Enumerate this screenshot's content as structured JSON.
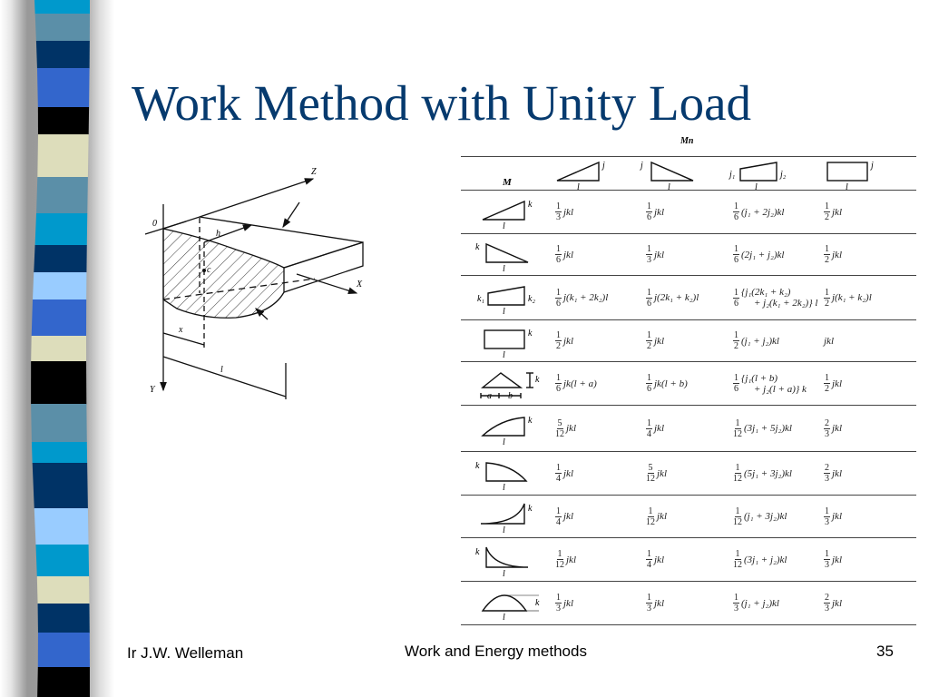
{
  "slide": {
    "title": "Work Method with Unity Load",
    "footer_left": "Ir J.W. Welleman",
    "footer_center": "Work and Energy methods",
    "page_number": "35"
  },
  "colors": {
    "title": "#063a6e",
    "stripes": [
      "#0099cc",
      "#5b8fa8",
      "#003366",
      "#3366cc",
      "#000000",
      "#ddddbb",
      "#5b8fa8",
      "#0099cc",
      "#003366",
      "#99ccff",
      "#3366cc",
      "#ddddbb",
      "#000000",
      "#5b8fa8",
      "#0099cc",
      "#003366",
      "#99ccff",
      "#0099cc",
      "#ddddbb",
      "#003366",
      "#3366cc",
      "#000000"
    ]
  },
  "diagram": {
    "labels": {
      "origin": "0",
      "z": "Z",
      "x": "X",
      "y": "Y",
      "h": "h",
      "c": "c",
      "xbar": "x",
      "l": "l"
    }
  },
  "table": {
    "mn_label": "Mn",
    "m_label": "M",
    "header_shapes": [
      {
        "shape": "tri-rising",
        "labels": {
          "right": "j",
          "bottom": "l"
        }
      },
      {
        "shape": "tri-falling",
        "labels": {
          "left": "j",
          "bottom": "l"
        }
      },
      {
        "shape": "trapezoid",
        "labels": {
          "left": "j₁",
          "right": "j₂",
          "bottom": "l"
        }
      },
      {
        "shape": "rectangle",
        "labels": {
          "right": "j",
          "bottom": "l"
        }
      }
    ],
    "rows": [
      {
        "shape": "tri-rising",
        "labels": {
          "right": "k",
          "bottom": "l"
        },
        "cells": [
          {
            "num": "1",
            "den": "3",
            "expr": "jkl"
          },
          {
            "num": "1",
            "den": "6",
            "expr": "jkl"
          },
          {
            "num": "1",
            "den": "6",
            "expr": "(j₁ + 2j₂)kl"
          },
          {
            "num": "1",
            "den": "2",
            "expr": "jkl"
          }
        ]
      },
      {
        "shape": "tri-falling",
        "labels": {
          "left": "k",
          "bottom": "l"
        },
        "cells": [
          {
            "num": "1",
            "den": "6",
            "expr": "jkl"
          },
          {
            "num": "1",
            "den": "3",
            "expr": "jkl"
          },
          {
            "num": "1",
            "den": "6",
            "expr": "(2j₁ + j₂)kl"
          },
          {
            "num": "1",
            "den": "2",
            "expr": "jkl"
          }
        ]
      },
      {
        "shape": "trapezoid",
        "labels": {
          "left": "k₁",
          "right": "k₂",
          "bottom": "l"
        },
        "cells": [
          {
            "num": "1",
            "den": "6",
            "expr": "j(k₁ + 2k₂)l"
          },
          {
            "num": "1",
            "den": "6",
            "expr": "j(2k₁ + k₂)l"
          },
          {
            "num": "1",
            "den": "6",
            "expr": "{j₁(2k₁ + k₂)",
            "expr2": "+ j₂(k₁ + 2k₂)} l"
          },
          {
            "num": "1",
            "den": "2",
            "expr": "j(k₁ + k₂)l"
          }
        ]
      },
      {
        "shape": "rectangle",
        "labels": {
          "right": "k",
          "bottom": "l"
        },
        "cells": [
          {
            "num": "1",
            "den": "2",
            "expr": "jkl"
          },
          {
            "num": "1",
            "den": "2",
            "expr": "jkl"
          },
          {
            "num": "1",
            "den": "2",
            "expr": "(j₁ + j₂)kl"
          },
          {
            "expr": "jkl"
          }
        ]
      },
      {
        "shape": "triangle-peak",
        "labels": {
          "right": "k",
          "a": "a",
          "b": "b"
        },
        "cells": [
          {
            "num": "1",
            "den": "6",
            "expr": "jk(l + a)"
          },
          {
            "num": "1",
            "den": "6",
            "expr": "jk(l + b)"
          },
          {
            "num": "1",
            "den": "6",
            "expr": "{j₁(l + b)",
            "expr2": "+ j₂(l + a)} k"
          },
          {
            "num": "1",
            "den": "2",
            "expr": "jkl"
          }
        ]
      },
      {
        "shape": "parabola-convex-rising",
        "labels": {
          "right": "k",
          "bottom": "l"
        },
        "cells": [
          {
            "num": "5",
            "den": "12",
            "expr": "jkl"
          },
          {
            "num": "1",
            "den": "4",
            "expr": "jkl"
          },
          {
            "num": "1",
            "den": "12",
            "expr": "(3j₁ + 5j₂)kl"
          },
          {
            "num": "2",
            "den": "3",
            "expr": "jkl"
          }
        ]
      },
      {
        "shape": "parabola-convex-falling",
        "labels": {
          "left": "k",
          "bottom": "l"
        },
        "cells": [
          {
            "num": "1",
            "den": "4",
            "expr": "jkl"
          },
          {
            "num": "5",
            "den": "12",
            "expr": "jkl"
          },
          {
            "num": "1",
            "den": "12",
            "expr": "(5j₁ + 3j₂)kl"
          },
          {
            "num": "2",
            "den": "3",
            "expr": "jkl"
          }
        ]
      },
      {
        "shape": "parabola-concave-rising",
        "labels": {
          "right": "k",
          "bottom": "l"
        },
        "cells": [
          {
            "num": "1",
            "den": "4",
            "expr": "jkl"
          },
          {
            "num": "1",
            "den": "12",
            "expr": "jkl"
          },
          {
            "num": "1",
            "den": "12",
            "expr": "(j₁ + 3j₂)kl"
          },
          {
            "num": "1",
            "den": "3",
            "expr": "jkl"
          }
        ]
      },
      {
        "shape": "parabola-concave-falling",
        "labels": {
          "left": "k",
          "bottom": "l"
        },
        "cells": [
          {
            "num": "1",
            "den": "12",
            "expr": "jkl"
          },
          {
            "num": "1",
            "den": "4",
            "expr": "jkl"
          },
          {
            "num": "1",
            "den": "12",
            "expr": "(3j₁ + j₂)kl"
          },
          {
            "num": "1",
            "den": "3",
            "expr": "jkl"
          }
        ]
      },
      {
        "shape": "parabola-arch",
        "labels": {
          "right": "k",
          "bottom": "l"
        },
        "cells": [
          {
            "num": "1",
            "den": "3",
            "expr": "jkl"
          },
          {
            "num": "1",
            "den": "3",
            "expr": "jkl"
          },
          {
            "num": "1",
            "den": "3",
            "expr": "(j₁ + j₂)kl"
          },
          {
            "num": "2",
            "den": "3",
            "expr": "jkl"
          }
        ]
      }
    ]
  }
}
